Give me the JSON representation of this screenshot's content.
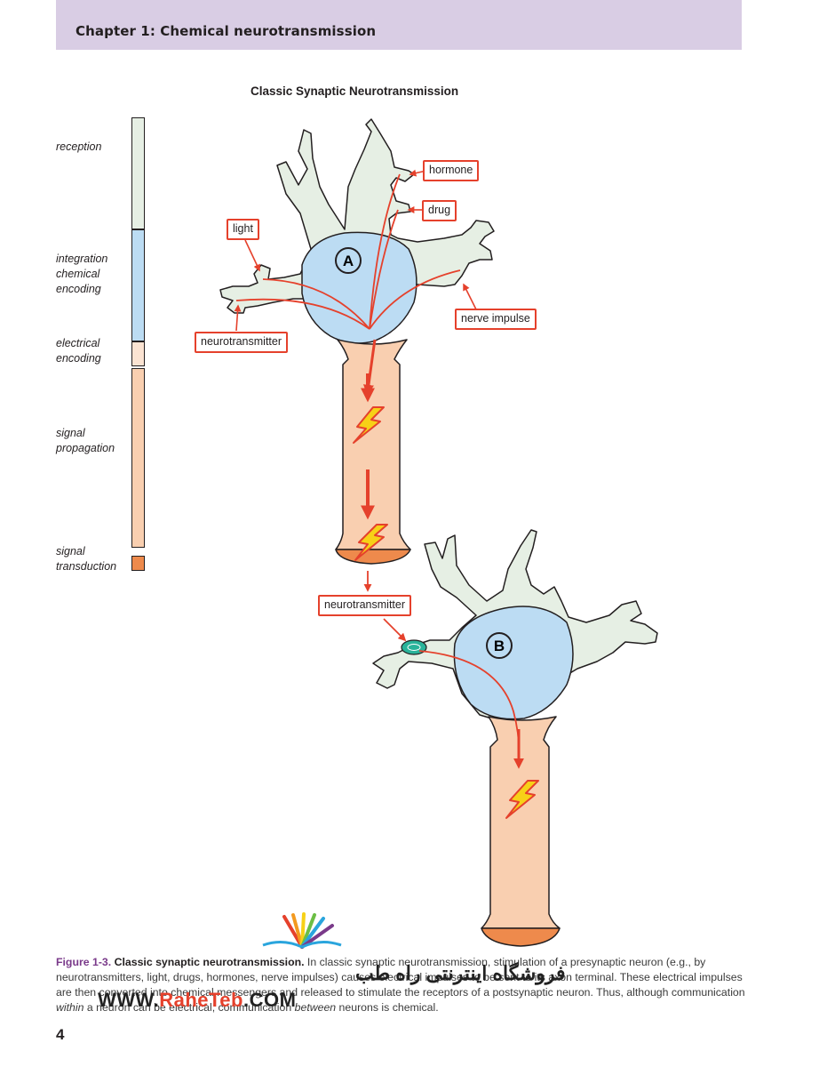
{
  "header": {
    "chapter": "Chapter 1: Chemical neurotransmission"
  },
  "figure": {
    "title": "Classic Synaptic Neurotransmission",
    "stages": [
      {
        "label": "reception",
        "color": "#e6efe4"
      },
      {
        "label": "integration\nchemical\nencoding",
        "color": "#bcdcf3"
      },
      {
        "label": "electrical\nencoding",
        "color": "#fbe3d2"
      },
      {
        "label": "signal\npropagation",
        "color": "#f9cfb0"
      },
      {
        "label": "signal\ntransduction",
        "color": "#ee8a4c"
      }
    ],
    "callouts": {
      "hormone": "hormone",
      "drug": "drug",
      "light": "light",
      "nerve_impulse": "nerve impulse",
      "neurotransmitter_top": "neurotransmitter",
      "neurotransmitter_mid": "neurotransmitter"
    },
    "neuron_labels": {
      "a": "A",
      "b": "B"
    },
    "colors": {
      "arrow": "#e5412c",
      "dendrite": "#e6efe4",
      "soma": "#bcdcf3",
      "axon": "#f9cfb0",
      "terminal": "#ee8a4c"
    }
  },
  "caption": {
    "figure_number": "Figure 1-3.",
    "figure_name": "Classic synaptic neurotransmission.",
    "text_1": " In classic synaptic neurotransmission, stimulation of a presynaptic neuron (e.g., by neurotransmitters, light, drugs, hormones, nerve impulses) causes electrical impulses to be sent to its axon terminal. These electrical impulses are then converted into chemical messengers and released to stimulate the receptors of a postsynaptic neuron. Thus, although communication ",
    "within": "within",
    "text_2": " a neuron can be electrical, communication ",
    "between": "between",
    "text_3": " neurons is chemical."
  },
  "watermark": {
    "prefix": "WWW.",
    "brand": "RaheTeb",
    "suffix": ".COM",
    "rtl": "فروشگاه اینترنتی راه طب"
  },
  "page_number": "4"
}
